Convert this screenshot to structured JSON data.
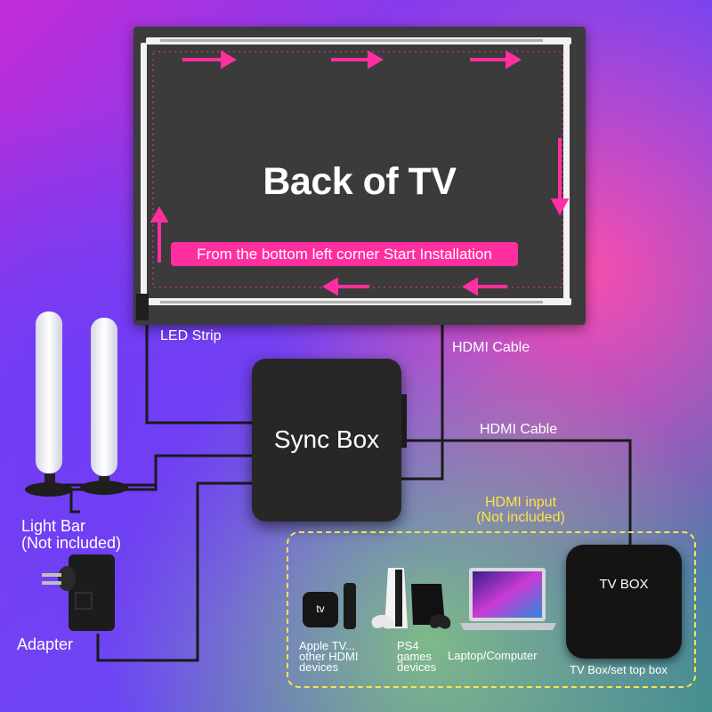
{
  "tv": {
    "title": "Back of TV",
    "start_note": "From the bottom left corner Start Installation"
  },
  "labels": {
    "led_strip": "LED Strip",
    "hdmi_cable_1": "HDMI Cable",
    "hdmi_cable_2": "HDMI Cable",
    "light_bar_line1": "Light Bar",
    "light_bar_line2": "(Not included)",
    "adapter": "Adapter",
    "hdmi_input_line1": "HDMI input",
    "hdmi_input_line2": "(Not included)"
  },
  "sync_box": {
    "title": "Sync Box"
  },
  "tv_box": {
    "title": "TV BOX",
    "caption": "TV Box/set top box"
  },
  "devices": {
    "apple_tv_logo": "tv",
    "apple_line1": "Apple TV...",
    "apple_line2": "other HDMI",
    "apple_line3": "devices",
    "ps4_line1": "PS4",
    "ps4_line2": "games",
    "ps4_line3": "devices",
    "laptop": "Laptop/Computer"
  },
  "colors": {
    "accent_pink": "#ff2fa0",
    "highlight_yellow": "#ffe24a",
    "tv_back": "#3b3b3b",
    "device_black": "#272727"
  }
}
